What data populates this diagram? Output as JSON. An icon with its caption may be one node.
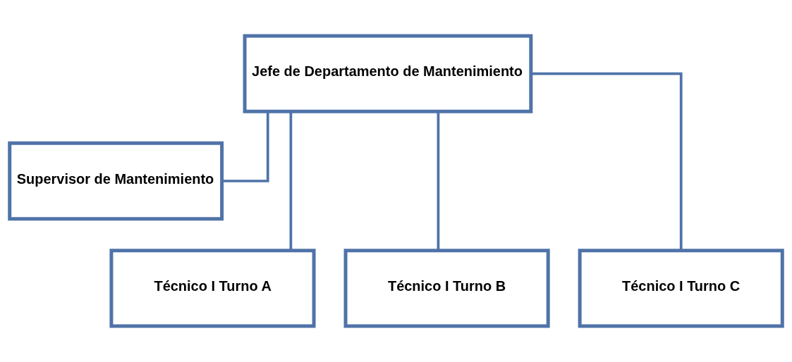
{
  "diagram": {
    "nodes": [
      {
        "text": [
          "Jefe de Departamento de Mantenimiento"
        ]
      },
      {
        "text": [
          "Supervisor de Mantenimiento"
        ]
      },
      {
        "text": [
          "Técnico I Turno A"
        ]
      },
      {
        "text": [
          "Técnico I Turno B"
        ]
      },
      {
        "text": [
          "Técnico I Turno C"
        ]
      }
    ],
    "edges": [
      {
        "from": 0,
        "to": 1,
        "arrow": "none"
      },
      {
        "from": 0,
        "to": 2,
        "arrow": "none"
      },
      {
        "from": 0,
        "to": 3,
        "arrow": "none"
      },
      {
        "from": 0,
        "to": 4,
        "arrow": "none"
      }
    ]
  }
}
